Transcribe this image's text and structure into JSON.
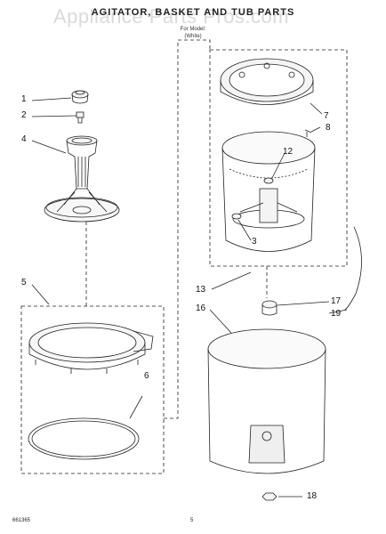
{
  "header": {
    "title": "AGITATOR, BASKET AND TUB PARTS",
    "subtitle": "For Model: ",
    "subtitle2": "(White)",
    "watermark": "Appliance Parts Pros.com"
  },
  "callouts": [
    "1",
    "2",
    "3",
    "4",
    "5",
    "6",
    "7",
    "8",
    "12",
    "13",
    "16",
    "17",
    "18",
    "19"
  ],
  "footer": {
    "part_number": "661365",
    "page": "5"
  },
  "colors": {
    "line": "#222222",
    "fill": "#f4f4f4",
    "dash": "#333333",
    "watermark": "#9a9a9a"
  }
}
